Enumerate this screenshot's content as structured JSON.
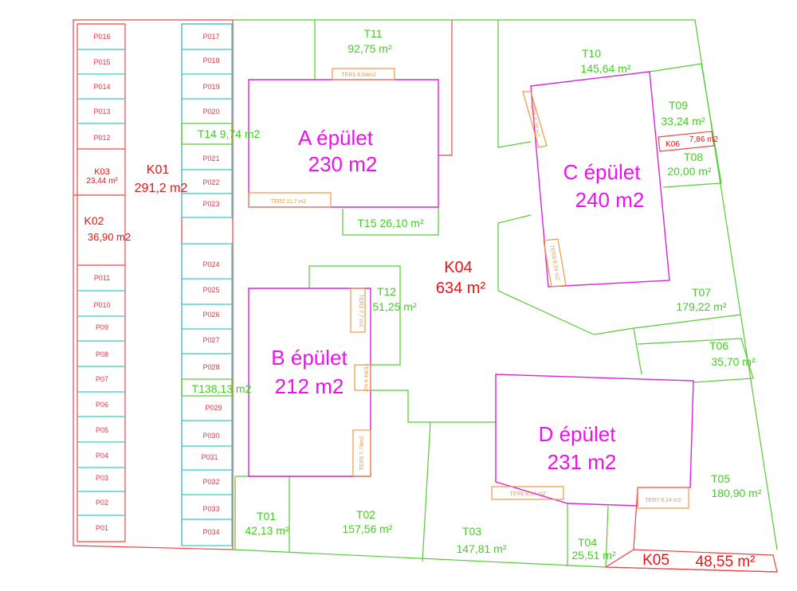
{
  "parking_left": [
    "P016",
    "P015",
    "P014",
    "P013",
    "P012",
    "P011",
    "P010",
    "P09",
    "P08",
    "P07",
    "P06",
    "P05",
    "P04",
    "P03",
    "P02",
    "P01"
  ],
  "parking_right": [
    "P017",
    "P018",
    "P019",
    "P020",
    "P021",
    "P022",
    "P023",
    "P024",
    "P025",
    "P026",
    "P027",
    "P028",
    "P029",
    "P030",
    "P031",
    "P032",
    "P033",
    "P034"
  ],
  "buildings": {
    "A": {
      "name": "A épület",
      "area": "230 m2"
    },
    "B": {
      "name": "B épület",
      "area": "212 m2"
    },
    "C": {
      "name": "C épület",
      "area": "240 m2"
    },
    "D": {
      "name": "D épület",
      "area": "231 m2"
    }
  },
  "common": {
    "K01": {
      "id": "K01",
      "area": "291,2 m2"
    },
    "K02": {
      "id": "K02",
      "area": "36,90 m2"
    },
    "K03": {
      "id": "K03",
      "area": "23,44 m²"
    },
    "K04": {
      "id": "K04",
      "area": "634 m²"
    },
    "K05": {
      "id": "K05",
      "area": "48,55 m²"
    },
    "K06": {
      "id": "K06",
      "area": "7,86 m2"
    }
  },
  "plots": {
    "T01": {
      "id": "T01",
      "area": "42,13 m²"
    },
    "T02": {
      "id": "T02",
      "area": "157,56 m²"
    },
    "T03": {
      "id": "T03",
      "area": "147,81 m²"
    },
    "T04": {
      "id": "T04",
      "area": "25,51 m²"
    },
    "T05": {
      "id": "T05",
      "area": "180,90 m²"
    },
    "T06": {
      "id": "T06",
      "area": "35,70 m²"
    },
    "T07": {
      "id": "T07",
      "area": "179,22 m²"
    },
    "T08": {
      "id": "T08",
      "area": "20,00 m²"
    },
    "T09": {
      "id": "T09",
      "area": "33,24 m²"
    },
    "T10": {
      "id": "T10",
      "area": "145,64 m²"
    },
    "T11": {
      "id": "T11",
      "area": "92,75 m²"
    },
    "T12": {
      "id": "T12",
      "area": "51,25 m²"
    },
    "T13": {
      "label": "T138,13 m2"
    },
    "T14": {
      "label": "T14  9,74 m2"
    },
    "T15": {
      "label": "T15  26,10 m²"
    }
  },
  "terraces": {
    "TER1": "TER1  8,64m2",
    "TER2": "TER2     11,7 m2",
    "TER3": "TER3  7,7 m2",
    "TER4": "TER4  4 m2",
    "TER5": "TER5  7,74m2",
    "TER6": "TER6 8,14 m2",
    "TER7": "TER7 8,14 m2",
    "TER8": "TER8  8,29 m2",
    "TER9": "TER9  8,29 m2"
  }
}
